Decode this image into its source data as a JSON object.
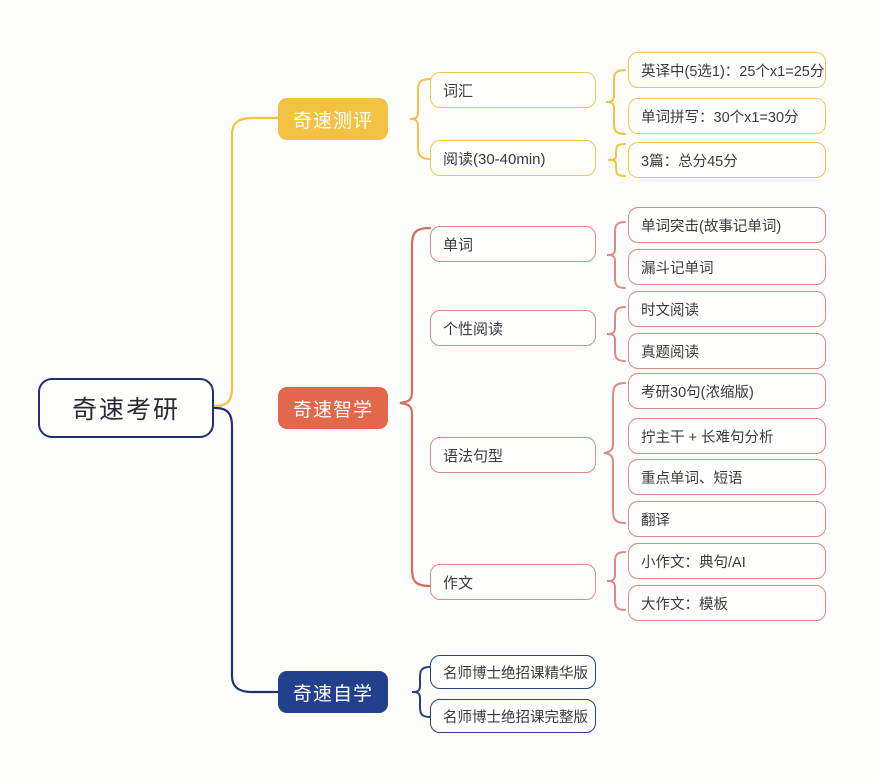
{
  "diagram": {
    "title": "奇速考研",
    "type": "mindmap",
    "background": "#FDFDFC",
    "palette": {
      "navy": "#22408C",
      "navy_border": "#22306B",
      "amber": "#F3C244",
      "amber_border": "#EFC94D",
      "orange": "#E2674B",
      "rose_border": "#D98C87",
      "text": "#3A3A42"
    }
  },
  "root": {
    "label": "奇速考研"
  },
  "branches": [
    {
      "id": "ceping",
      "label": "奇速测评",
      "color": "amber",
      "children": [
        {
          "label": "词汇",
          "leaves": [
            {
              "label": "英译中(5选1)：25个x1=25分"
            },
            {
              "label": "单词拼写：30个x1=30分"
            }
          ]
        },
        {
          "label": "阅读(30-40min)",
          "leaves": [
            {
              "label": "3篇：总分45分"
            }
          ]
        }
      ]
    },
    {
      "id": "zhixue",
      "label": "奇速智学",
      "color": "orange",
      "children": [
        {
          "label": "单词",
          "leaves": [
            {
              "label": "单词突击(故事记单词)"
            },
            {
              "label": "漏斗记单词"
            }
          ]
        },
        {
          "label": "个性阅读",
          "leaves": [
            {
              "label": "时文阅读"
            },
            {
              "label": "真题阅读"
            }
          ]
        },
        {
          "label": "语法句型",
          "leaves": [
            {
              "label": "考研30句(浓缩版)"
            },
            {
              "label": "拧主干 + 长难句分析"
            },
            {
              "label": "重点单词、短语"
            },
            {
              "label": "翻译"
            }
          ]
        },
        {
          "label": "作文",
          "leaves": [
            {
              "label": "小作文：典句/AI"
            },
            {
              "label": "大作文：模板"
            }
          ]
        }
      ]
    },
    {
      "id": "zixue",
      "label": "奇速自学",
      "color": "navy",
      "children": [
        {
          "label": "名师博士绝招课精华版",
          "leaves": []
        },
        {
          "label": "名师博士绝招课完整版",
          "leaves": []
        }
      ]
    }
  ]
}
